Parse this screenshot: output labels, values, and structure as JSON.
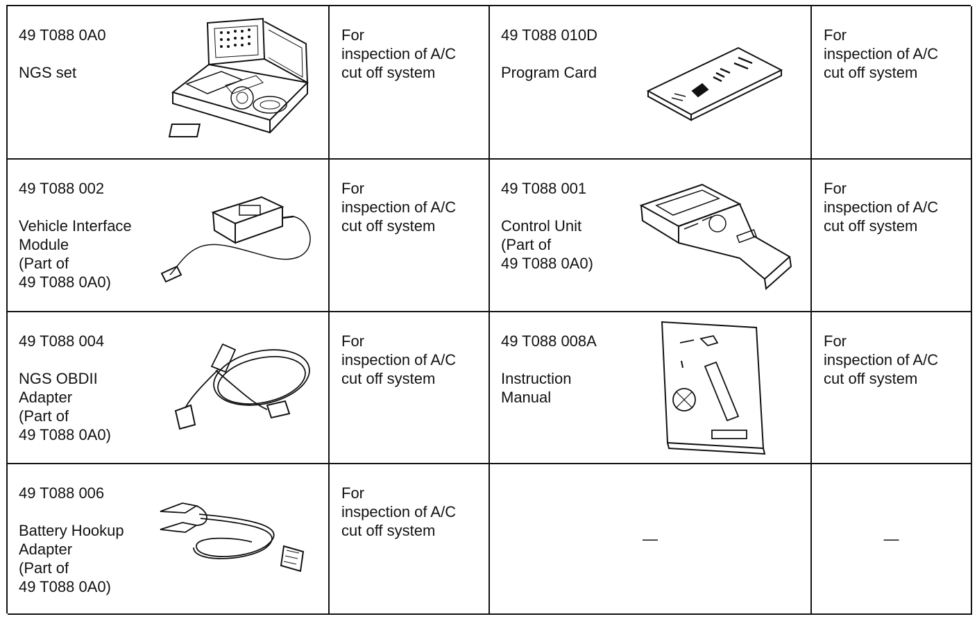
{
  "rows": [
    {
      "left": {
        "part_no": "49 T088 0A0",
        "name": "NGS set",
        "icon": "ngs-set-case-icon"
      },
      "left_use": "For\ninspection of A/C\ncut off system",
      "right": {
        "part_no": "49 T088 010D",
        "name": "Program Card",
        "icon": "program-card-icon"
      },
      "right_use": "For\ninspection of A/C\ncut off system"
    },
    {
      "left": {
        "part_no": "49 T088 002",
        "name": "Vehicle Interface\nModule\n(Part of\n49 T088 0A0)",
        "icon": "vehicle-interface-module-icon"
      },
      "left_use": "For\ninspection of A/C\ncut off system",
      "right": {
        "part_no": "49 T088 001",
        "name": "Control Unit\n(Part of\n49 T088 0A0)",
        "icon": "control-unit-icon"
      },
      "right_use": "For\ninspection of A/C\ncut off system"
    },
    {
      "left": {
        "part_no": "49 T088 004",
        "name": "NGS OBDII\nAdapter\n(Part of\n49 T088 0A0)",
        "icon": "obd-adapter-cable-icon"
      },
      "left_use": "For\ninspection of A/C\ncut off system",
      "right": {
        "part_no": "49 T088 008A",
        "name": "Instruction\nManual",
        "icon": "instruction-manual-icon"
      },
      "right_use": "For\ninspection of A/C\ncut off system"
    },
    {
      "left": {
        "part_no": "49 T088 006",
        "name": "Battery Hookup\nAdapter\n(Part of\n49 T088 0A0)",
        "icon": "battery-clamp-cable-icon"
      },
      "left_use": "For\ninspection of A/C\ncut off system",
      "right_dash": "—",
      "right_use_dash": "—"
    }
  ]
}
